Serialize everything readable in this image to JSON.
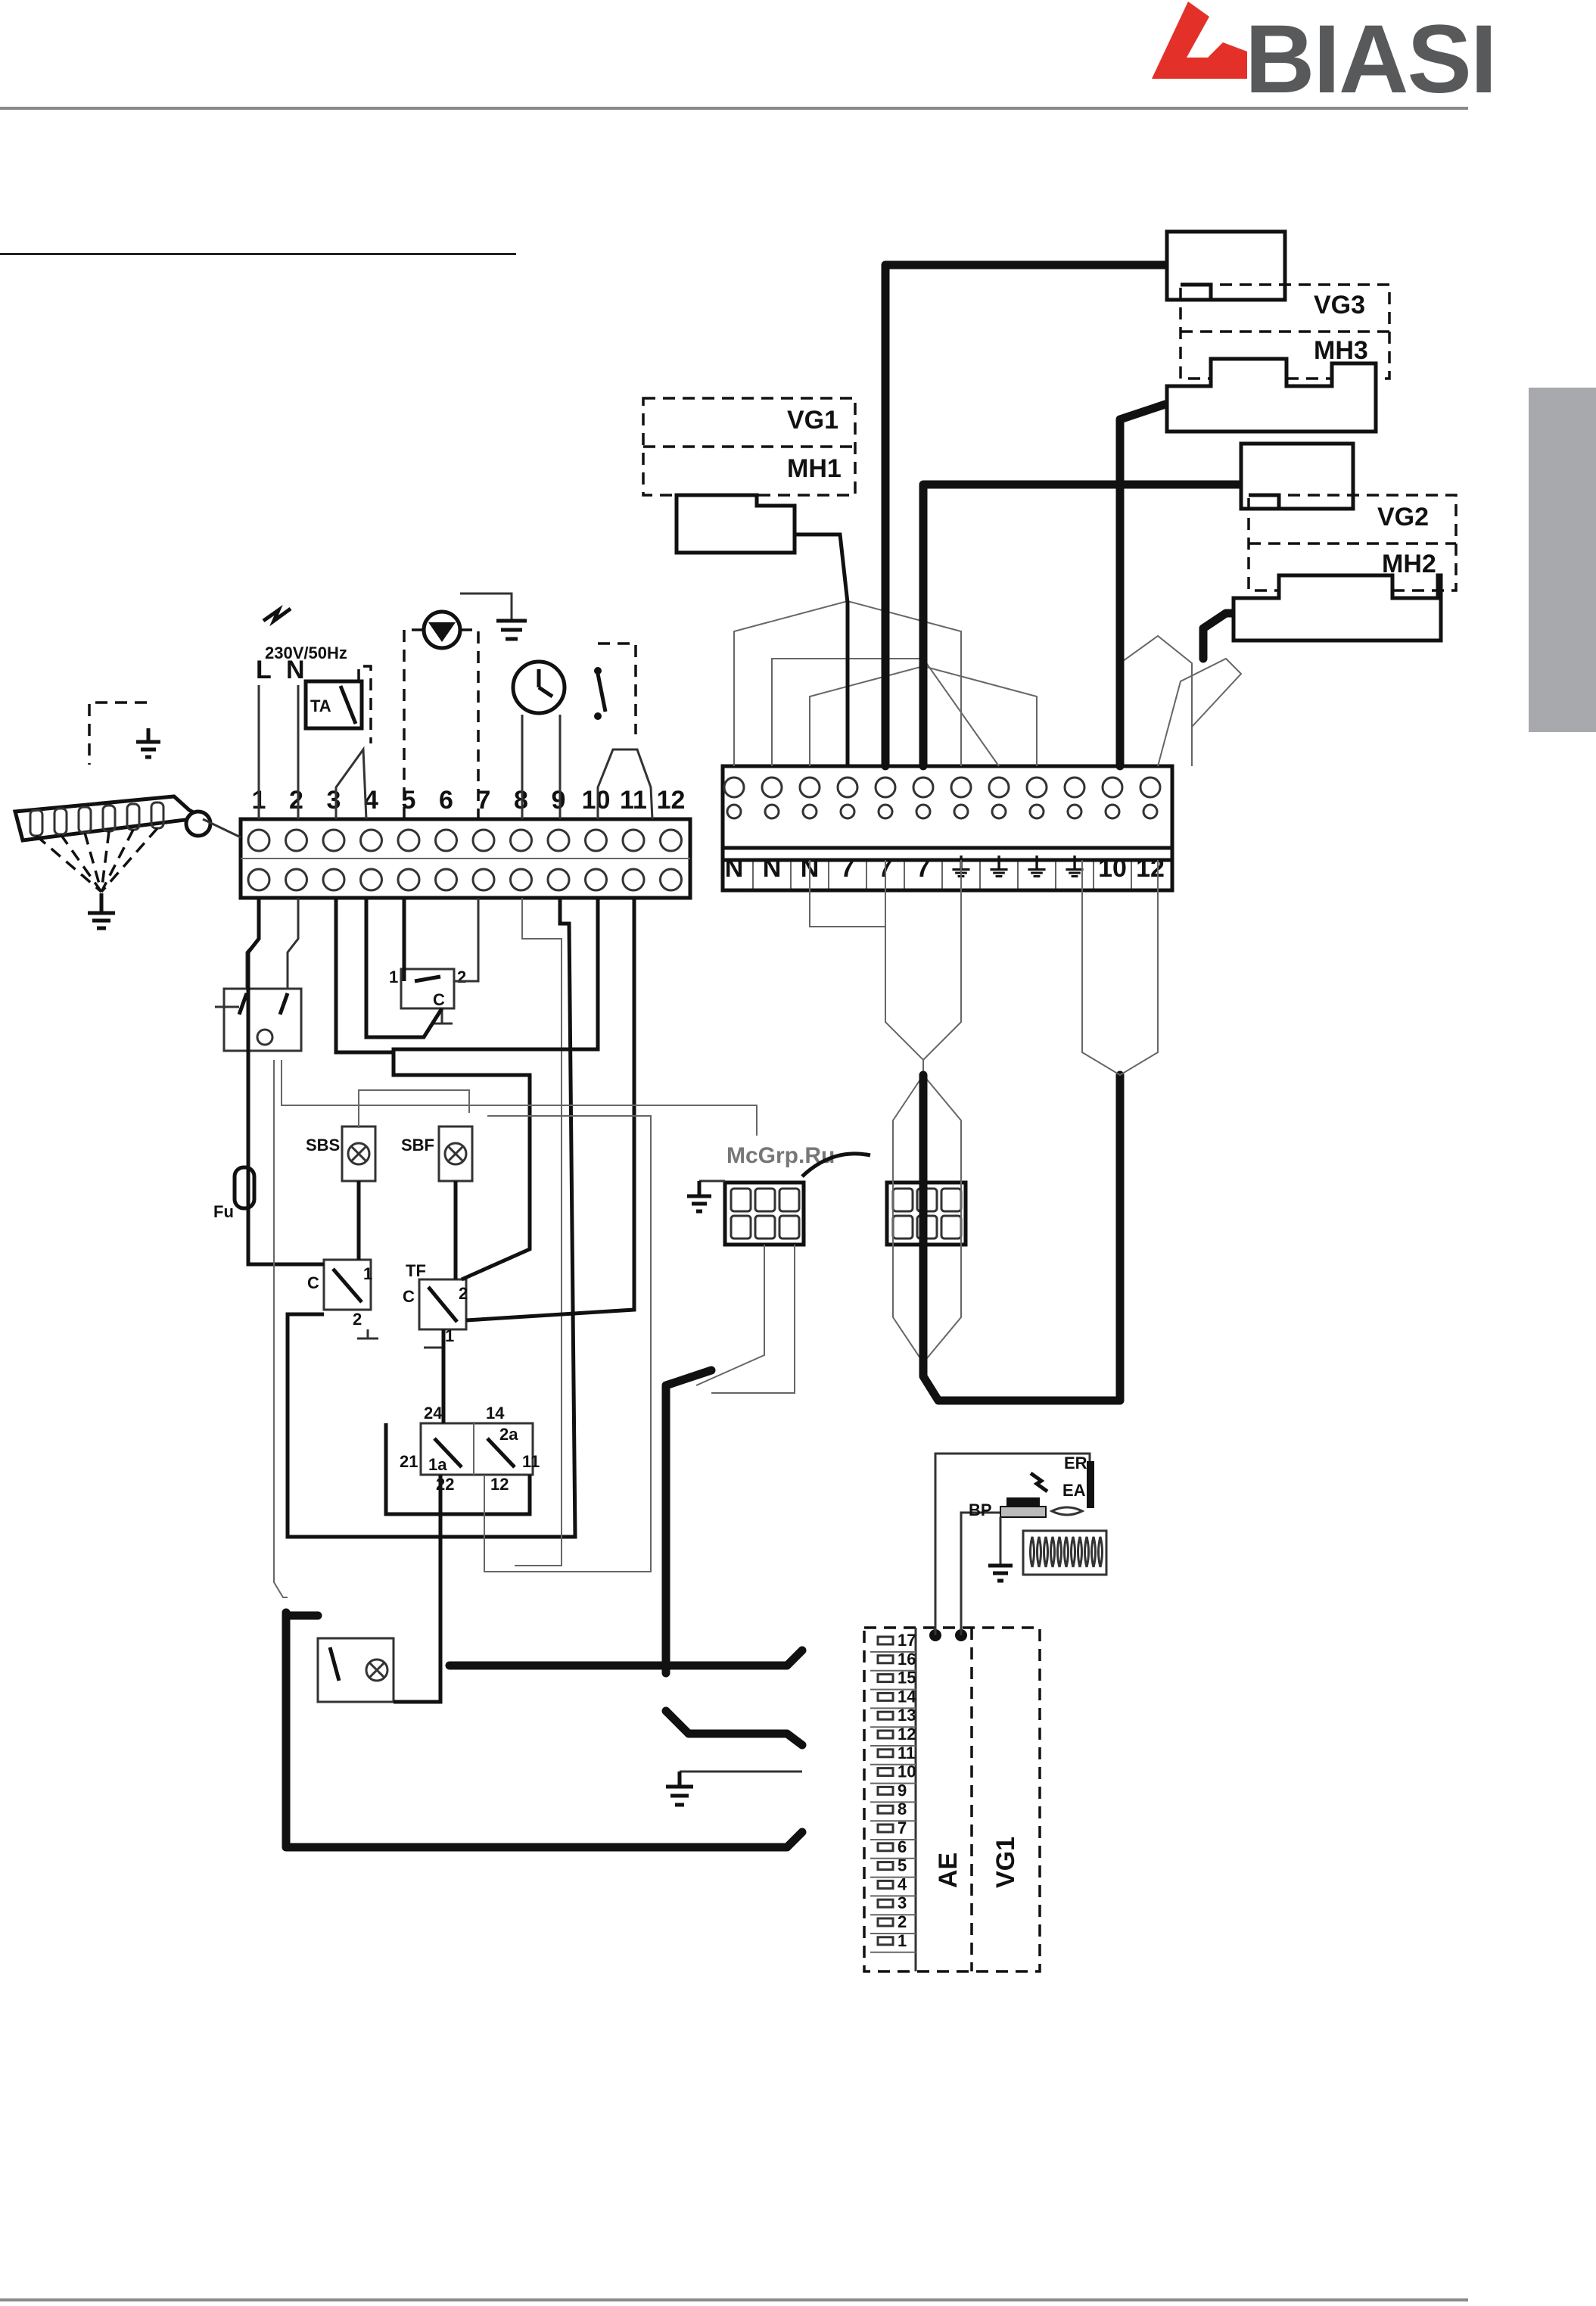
{
  "header": {
    "brand": "BIASI",
    "brand_color": "#e3312a",
    "text_color": "#58595b"
  },
  "tab_color": "#a7a9ac",
  "watermark": "McGrp.Ru",
  "supply": {
    "voltage": "230V/50Hz",
    "line": "L",
    "neutral": "N"
  },
  "main_terminals": [
    "1",
    "2",
    "3",
    "4",
    "5",
    "6",
    "7",
    "8",
    "9",
    "10",
    "11",
    "12"
  ],
  "ext_terminals": [
    "N",
    "N",
    "N",
    "7",
    "7",
    "7",
    "⏚",
    "⏚",
    "⏚",
    "⏚",
    "10",
    "12"
  ],
  "valves": [
    {
      "vg": "VG1",
      "mh": "MH1"
    },
    {
      "vg": "VG2",
      "mh": "MH2"
    },
    {
      "vg": "VG3",
      "mh": "MH3"
    }
  ],
  "components": {
    "room_thermostat": "TA",
    "safety_sbs": "SBS",
    "safety_sbf": "SBF",
    "fuse": "Fu",
    "fumes_thermostat": "TF",
    "common": "C",
    "ignition_electrode": "EA",
    "detection_electrode": "ER",
    "burner": "BP",
    "control_unit": "AE",
    "control_valve": "VG1"
  },
  "switch_pins": {
    "c_left": [
      "1",
      "2"
    ],
    "tf": [
      "2",
      "1"
    ],
    "small": [
      "1",
      "2"
    ],
    "relay": [
      "24",
      "14",
      "2a",
      "21",
      "1a",
      "22",
      "12",
      "11"
    ]
  },
  "ae_pins": [
    "17",
    "16",
    "15",
    "14",
    "13",
    "12",
    "11",
    "10",
    "9",
    "8",
    "7",
    "6",
    "5",
    "4",
    "3",
    "2",
    "1"
  ]
}
